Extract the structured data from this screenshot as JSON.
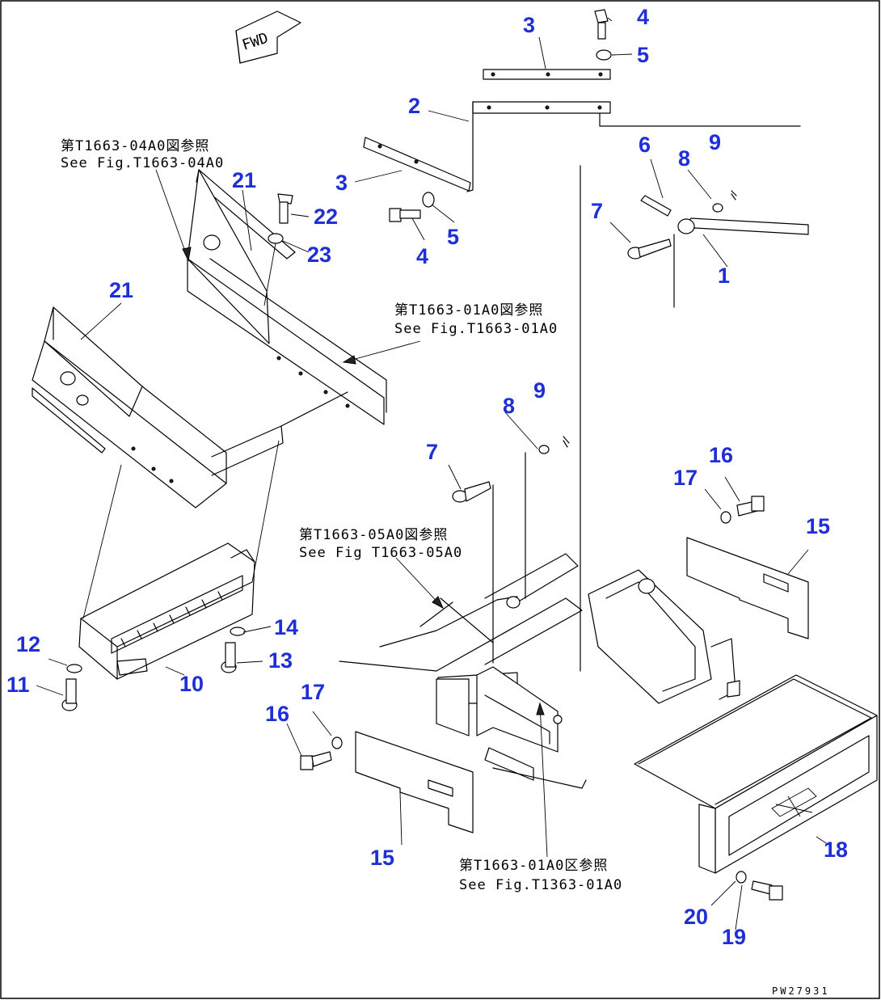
{
  "fwd_label": "FWD",
  "reference_notes": [
    {
      "id": "ref-04",
      "line1": "第T1663-04A0図参照",
      "line2": "See Fig.T1663-04A0"
    },
    {
      "id": "ref-01-top",
      "line1": "第T1663-01A0図参照",
      "line2": "See Fig.T1663-01A0"
    },
    {
      "id": "ref-05",
      "line1": "第T1663-05A0図参照",
      "line2": "See Fig T1663-05A0"
    },
    {
      "id": "ref-01-bottom",
      "line1": "第T1663-01A0区参照",
      "line2": "See Fig.T1363-01A0"
    }
  ],
  "callouts": [
    "1",
    "2",
    "3",
    "3",
    "4",
    "4",
    "5",
    "5",
    "6",
    "7",
    "7",
    "8",
    "8",
    "9",
    "9",
    "10",
    "11",
    "12",
    "13",
    "14",
    "15",
    "15",
    "16",
    "16",
    "17",
    "17",
    "18",
    "19",
    "20",
    "21",
    "21",
    "22",
    "23"
  ],
  "drawing_code": "PW27931",
  "colors": {
    "callout": "#1f2fd8",
    "line": "#000000",
    "background": "#ffffff"
  }
}
